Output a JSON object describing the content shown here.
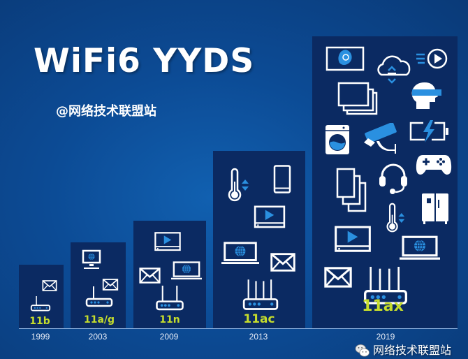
{
  "title": "WiFi6 YYDS",
  "subtitle": "@网络技术联盟站",
  "colors": {
    "label": "#c6dd2c",
    "column": "#0b2a62",
    "accent": "#2a90e0"
  },
  "generations": [
    {
      "year": "1999",
      "standard": "11b"
    },
    {
      "year": "2003",
      "standard": "11a/g"
    },
    {
      "year": "2009",
      "standard": "11n"
    },
    {
      "year": "2013",
      "standard": "11ac"
    },
    {
      "year": "2019",
      "standard": "11ax"
    }
  ],
  "watermark": {
    "icon": "wechat-icon",
    "text": "网络技术联盟站"
  }
}
